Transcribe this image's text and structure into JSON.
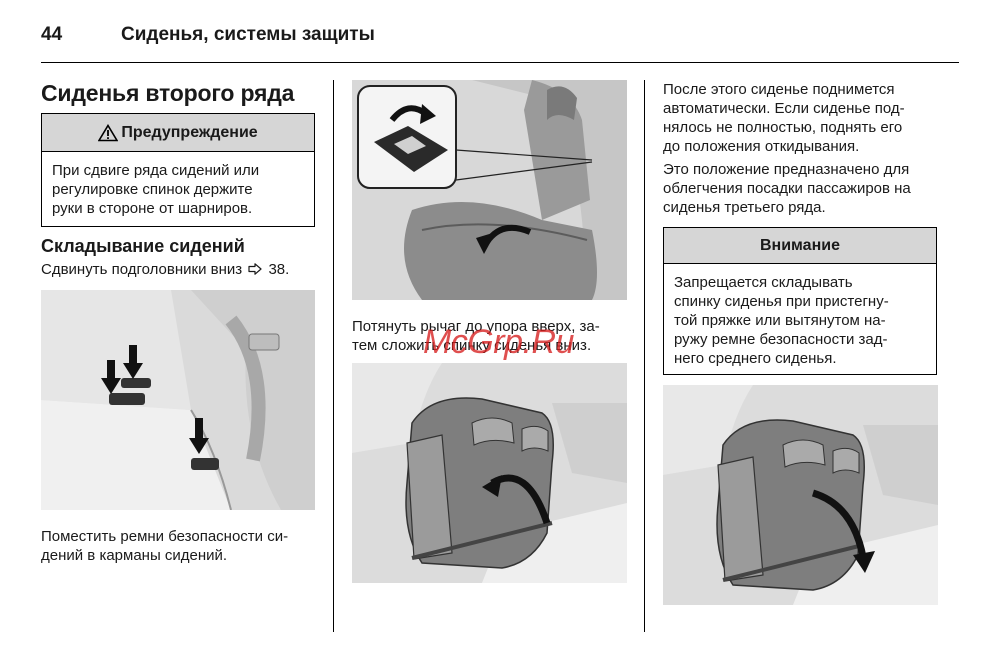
{
  "header": {
    "page_number": "44",
    "chapter": "Сиденья, системы защиты"
  },
  "section_title": "Сиденья второго ряда",
  "warning": {
    "title": "Предупреждение",
    "lines": [
      "При сдвиге ряда сидений или",
      "регулировке спинок держите",
      "руки в стороне от шарниров."
    ]
  },
  "folding": {
    "title": "Складывание сидений",
    "instruction": "Сдвинуть подголовники вниз",
    "ref_page": "38."
  },
  "belts_text": [
    "Поместить ремни безопасности си-",
    "дений в карманы сидений."
  ],
  "lever_text": [
    "Потянуть рычаг до упора вверх, за-",
    "тем сложить спинку сиденья вниз."
  ],
  "after_text": [
    "После этого сиденье поднимется",
    "автоматически. Если сиденье под-",
    "нялось не полностью, поднять его",
    "до положения откидывания."
  ],
  "purpose_text": [
    "Это положение предназначено для",
    "облегчения посадки пассажиров на",
    "сиденья третьего ряда."
  ],
  "notice": {
    "title": "Внимание",
    "lines": [
      "Запрещается складывать",
      "спинку сиденья при пристегну-",
      "той пряжке или вытянутом на-",
      "ружу ремне безопасности зад-",
      "него среднего сиденья."
    ]
  },
  "watermark": "McGrp.Ru",
  "icons": {
    "warning": "warning-triangle-icon",
    "page_ref": "page-reference-arrow-icon"
  }
}
